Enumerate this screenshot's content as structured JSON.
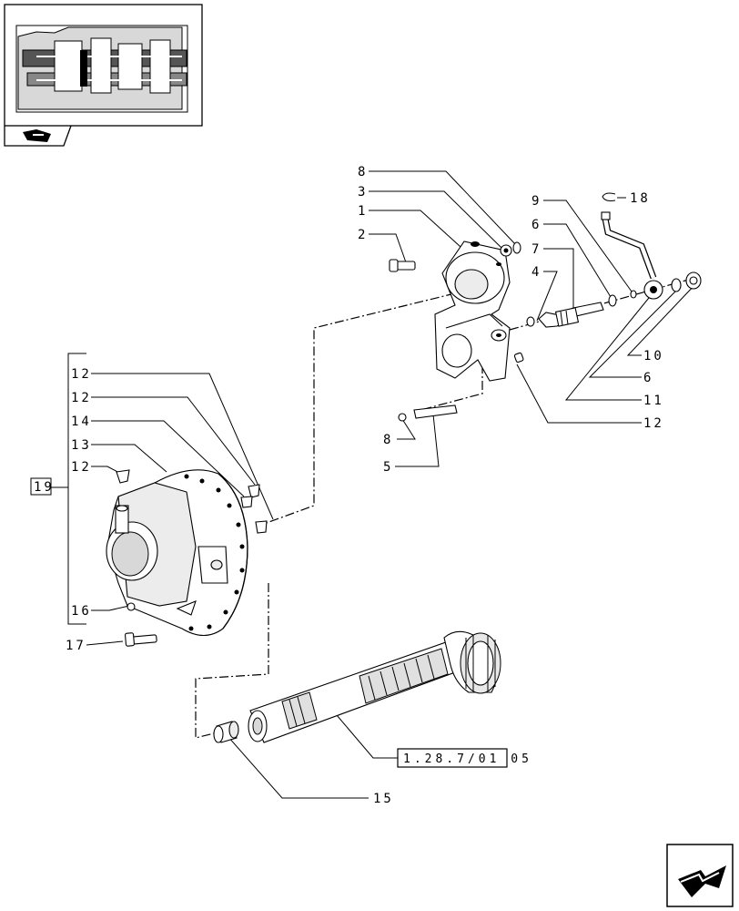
{
  "labels": {
    "l8a": "8",
    "l3": "3",
    "l1": "1",
    "l2": "2",
    "l9": "9",
    "l6a": "6",
    "l7": "7",
    "l4": "4",
    "l18": "18",
    "l10": "10",
    "l6b": "6",
    "l11": "11",
    "l12a": "12",
    "l8b": "8",
    "l5": "5",
    "l12b": "12",
    "l12c": "12",
    "l14": "14",
    "l13": "13",
    "l12d": "12",
    "l16": "16",
    "l17": "17",
    "l15": "15",
    "l19": "19"
  },
  "reference": "1.28.7/01 05",
  "icons": {
    "thumbnail": "transmission-section-thumbnail",
    "hand": "pointing-hand-icon",
    "next": "next-page-arrow-icon"
  }
}
